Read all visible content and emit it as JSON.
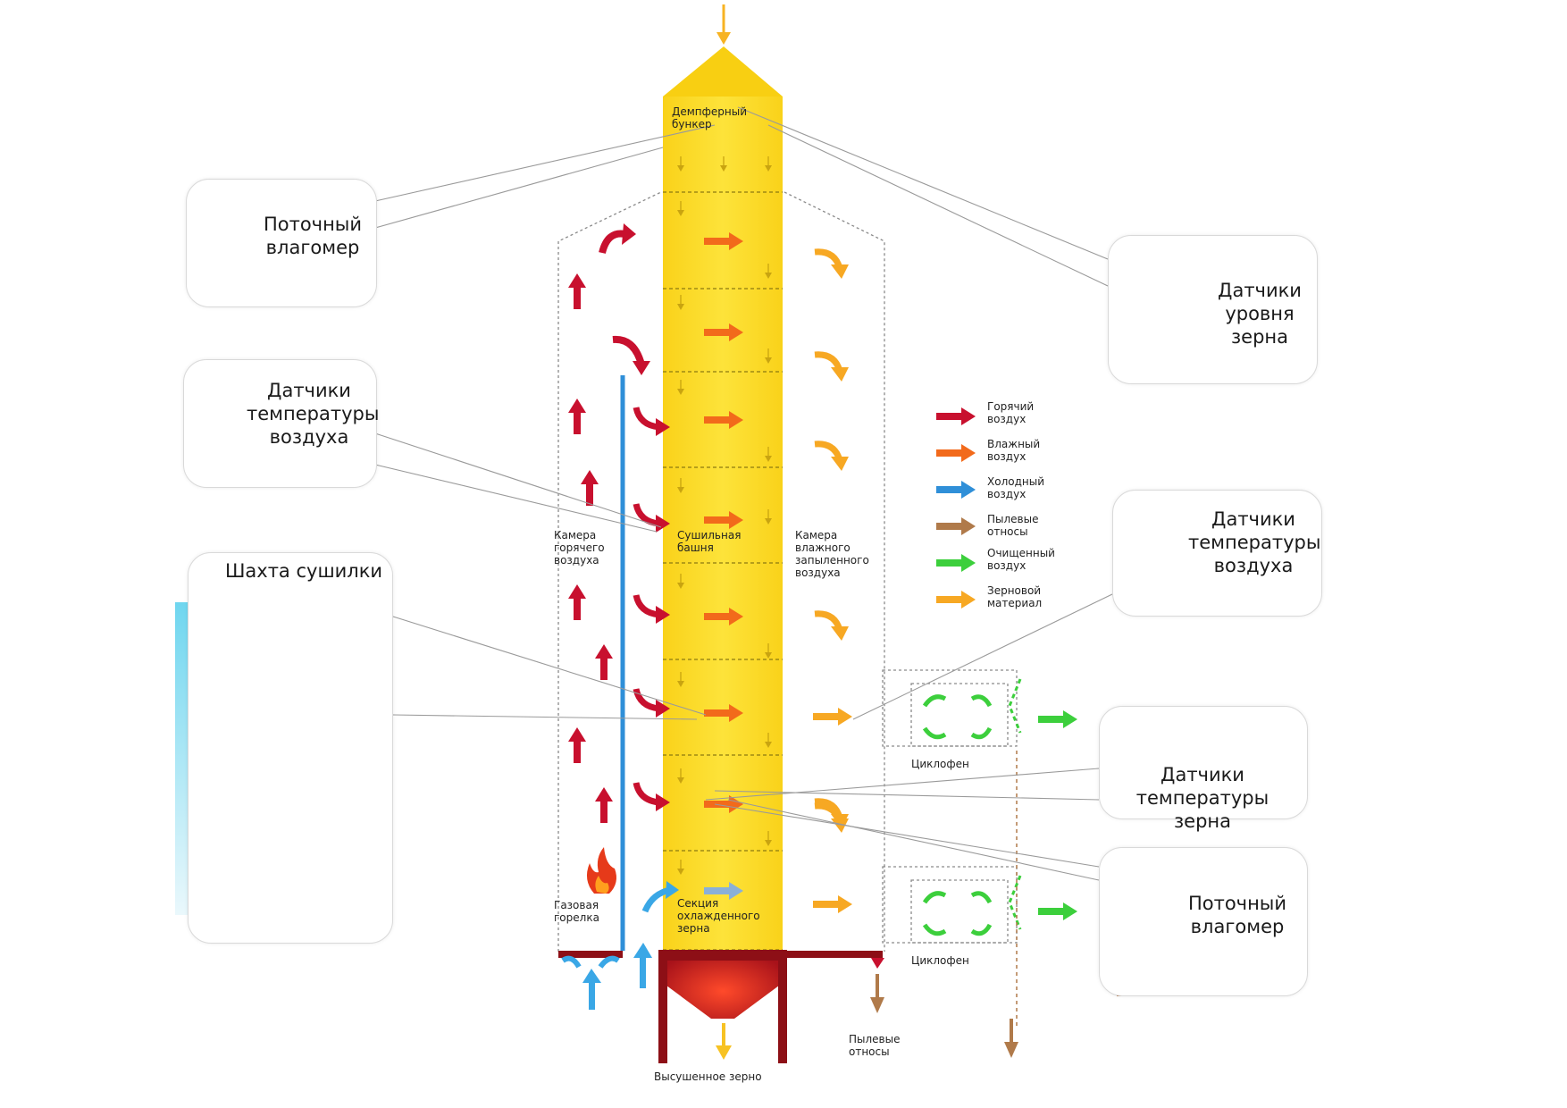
{
  "colors": {
    "tower": "#fbdc1e",
    "tower_light": "#fde86a",
    "hot": "#c8102e",
    "humid": "#f26a1b",
    "cold": "#2f8fd8",
    "dust": "#b07a4a",
    "clean": "#3ccf3c",
    "grain": "#f7a823",
    "hopper": "#cc2a1a"
  },
  "tower_labels": {
    "damper": "Демпферный\nбункер",
    "drying_tower": "Сушильная\nбашня",
    "cooling": "Секция\nохлажденного\nзерна",
    "hot_chamber": "Камера\nгорячего\nвоздуха",
    "humid_chamber": "Камера\nвлажного\nзапыленного\nвоздуха",
    "burner": "Газовая\nгорелка",
    "dried_grain": "Высушенное зерно",
    "dust_out": "Пылевые\nотносы",
    "cyclofan_1": "Циклофен",
    "cyclofan_2": "Циклофен"
  },
  "legend": [
    {
      "label": "Горячий\nвоздух",
      "color": "#c8102e"
    },
    {
      "label": "Влажный\nвоздух",
      "color": "#f26a1b"
    },
    {
      "label": "Холодный\nвоздух",
      "color": "#2f8fd8"
    },
    {
      "label": "Пылевые\nотносы",
      "color": "#b07a4a"
    },
    {
      "label": "Очищенный\nвоздух",
      "color": "#3ccf3c"
    },
    {
      "label": "Зерновой\nматериал",
      "color": "#f7a823"
    }
  ],
  "callouts": {
    "flow_moisture_top": "Поточный\nвлагомер",
    "air_temp_left": "Датчики\nтемпературы\nвоздуха",
    "dryer_shaft": "Шахта сушилки",
    "grain_level": "Датчики\nуровня\nзерна",
    "air_temp_right": "Датчики\nтемпературы\nвоздуха",
    "grain_temp": "Датчики температуры\nзерна",
    "flow_moisture_bottom": "Поточный\nвлагомер"
  },
  "icons": {
    "moisture_meter": "moisture-meter-icon",
    "temperature_probe": "temperature-probe-icon",
    "level_sensor": "level-sensor-icon",
    "grain_probe": "grain-temperature-probe-icon",
    "dryer_shaft": "dryer-shaft-3d-icon",
    "burner_flame": "flame-icon"
  }
}
